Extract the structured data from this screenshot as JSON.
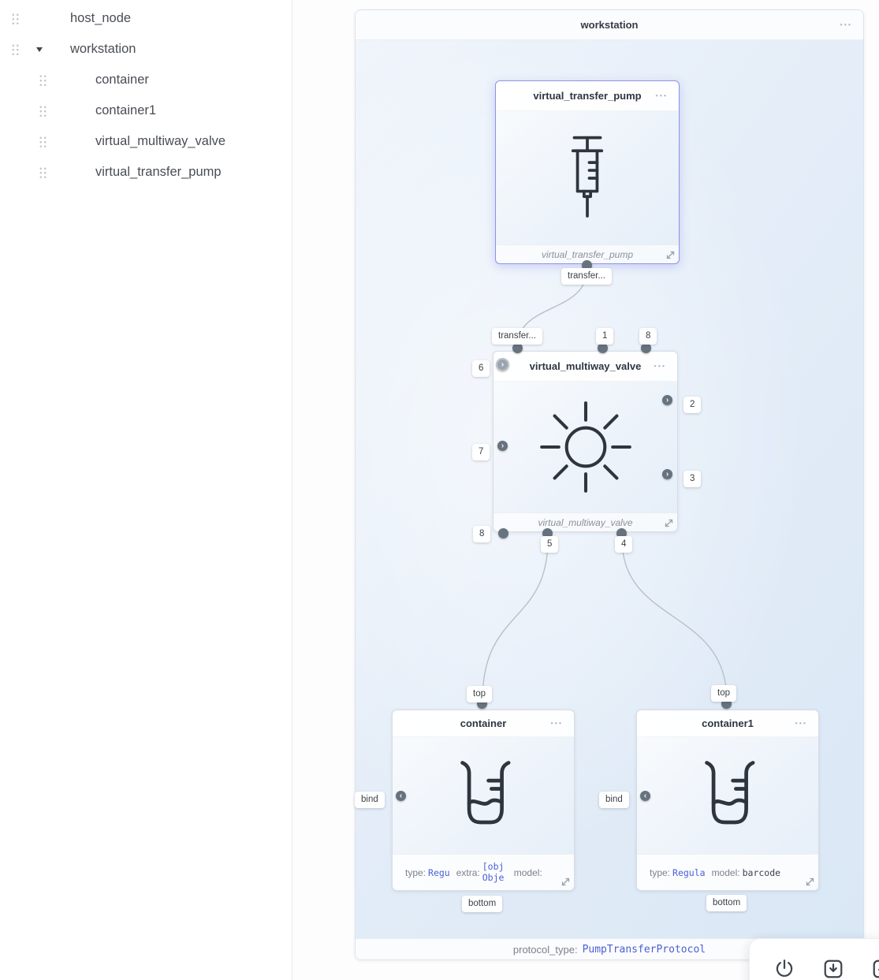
{
  "icons": {
    "menu": "•••",
    "chevron_right": "›",
    "chevron_left": "‹"
  },
  "sidebar": {
    "items": [
      {
        "label": "host_node"
      },
      {
        "label": "workstation"
      },
      {
        "label": "container"
      },
      {
        "label": "container1"
      },
      {
        "label": "virtual_multiway_valve"
      },
      {
        "label": "virtual_transfer_pump"
      }
    ]
  },
  "workstation": {
    "title": "workstation",
    "protocol": {
      "label": "protocol_type:",
      "value": "PumpTransferProtocol"
    }
  },
  "pump": {
    "title": "virtual_transfer_pump",
    "footer": "virtual_transfer_pump",
    "port_transfer_out": "transfer..."
  },
  "valve": {
    "title": "virtual_multiway_valve",
    "footer": "virtual_multiway_valve",
    "ports": {
      "transfer_in": "transfer...",
      "p1": "1",
      "p8_top": "8",
      "p6": "6",
      "p7": "7",
      "p8_left": "8",
      "p2": "2",
      "p3": "3",
      "p5": "5",
      "p4": "4"
    }
  },
  "container": {
    "title": "container",
    "ports": {
      "top": "top",
      "bind": "bind",
      "bottom": "bottom"
    },
    "fields": {
      "type_label": "type:",
      "type_value": "Regu",
      "extra_label": "extra:",
      "extra_value": "[obj Obje",
      "model_label": "model:",
      "model_value": ""
    }
  },
  "container1": {
    "title": "container1",
    "ports": {
      "top": "top",
      "bind": "bind",
      "bottom": "bottom"
    },
    "fields": {
      "type_label": "type:",
      "type_value": "Regula",
      "model_label": "model:",
      "model_value": "barcode"
    }
  }
}
